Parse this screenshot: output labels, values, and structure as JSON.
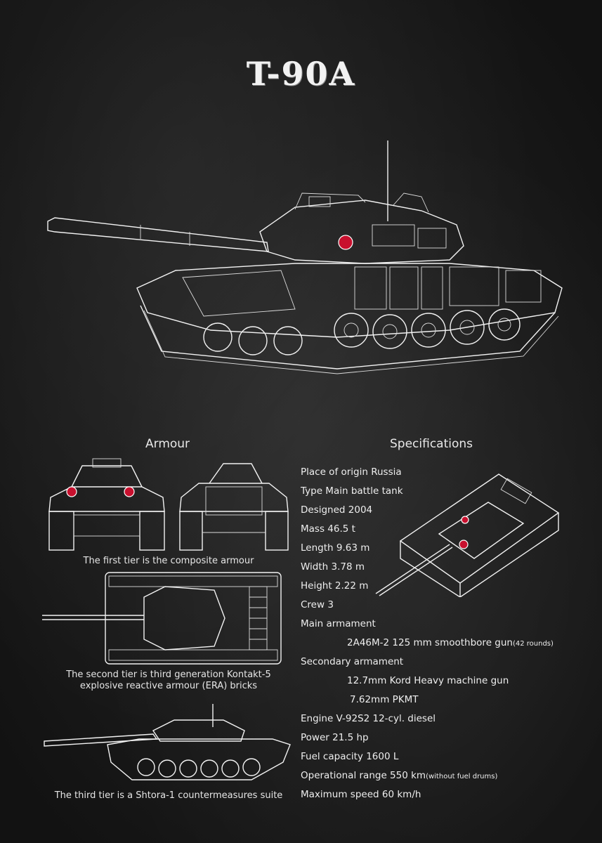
{
  "title": "T-90A",
  "headings": {
    "armour": "Armour",
    "specifications": "Specifications"
  },
  "captions": {
    "tier1": "The first tier is the composite armour",
    "tier2_line1": "The second tier is third generation Kontakt-5",
    "tier2_line2": "explosive reactive armour (ERA) bricks",
    "tier3": "The third tier is a Shtora-1 countermeasures suite"
  },
  "specs": [
    {
      "text": "Place of origin Russia",
      "note": ""
    },
    {
      "text": "Type Main battle tank",
      "note": ""
    },
    {
      "text": "Designed 2004",
      "note": ""
    },
    {
      "text": "Mass 46.5 t",
      "note": ""
    },
    {
      "text": "Length 9.63 m",
      "note": ""
    },
    {
      "text": "Width 3.78 m",
      "note": ""
    },
    {
      "text": "Height 2.22 m",
      "note": ""
    },
    {
      "text": "Crew 3",
      "note": ""
    },
    {
      "text": "Main armament",
      "note": ""
    },
    {
      "text": "2A46M-2 125 mm smoothbore gun",
      "note": "(42 rounds)",
      "indent": true
    },
    {
      "text": "Secondary armament",
      "note": ""
    },
    {
      "text": "12.7mm Kord Heavy machine gun",
      "note": "",
      "indent": true
    },
    {
      "text": "7.62mm PKMT",
      "note": "",
      "indent": true
    },
    {
      "text": "Engine V-92S2 12-cyl. diesel",
      "note": ""
    },
    {
      "text": "Power 21.5 hp",
      "note": ""
    },
    {
      "text": "Fuel capacity 1600 L",
      "note": ""
    },
    {
      "text": "Operational range 550 km",
      "note": "(without fuel drums)"
    },
    {
      "text": "Maximum speed 60 km/h",
      "note": ""
    }
  ],
  "colors": {
    "background": "#1c1c1c",
    "line": "#f2f2f2",
    "accent": "#c8102e"
  }
}
